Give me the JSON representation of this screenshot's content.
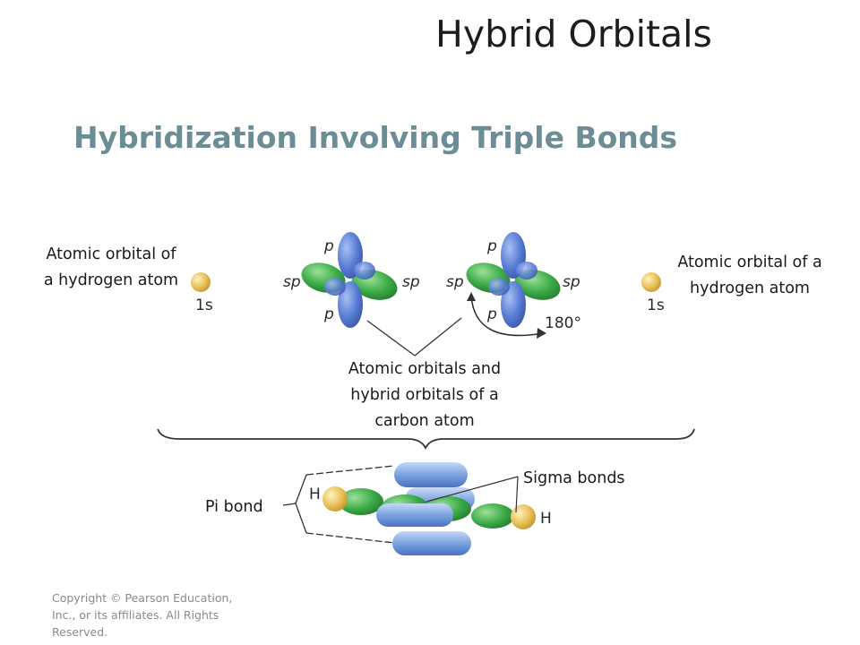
{
  "title": "Hybrid Orbitals",
  "subtitle": "Hybridization Involving Triple Bonds",
  "labels": {
    "hydrogen_left": "Atomic orbital of a hydrogen atom",
    "hydrogen_right": "Atomic orbital of a hydrogen atom",
    "carbon": "Atomic orbitals and hybrid orbitals of a carbon atom",
    "sigma": "Sigma bonds",
    "pi": "Pi bond"
  },
  "orbital_labels": {
    "p": "p",
    "sp": "sp",
    "s1": "1s",
    "angle": "180°",
    "h": "H"
  },
  "copyright": "Copyright © Pearson Education, Inc., or its affiliates. All Rights Reserved.",
  "colors": {
    "subtitle": "#6c8c96",
    "p_orbital": "#5b7fd6",
    "sp_orbital": "#3fae4a",
    "s_orbital": "#e8c15a",
    "pi_bond": "#7ba3e0"
  }
}
